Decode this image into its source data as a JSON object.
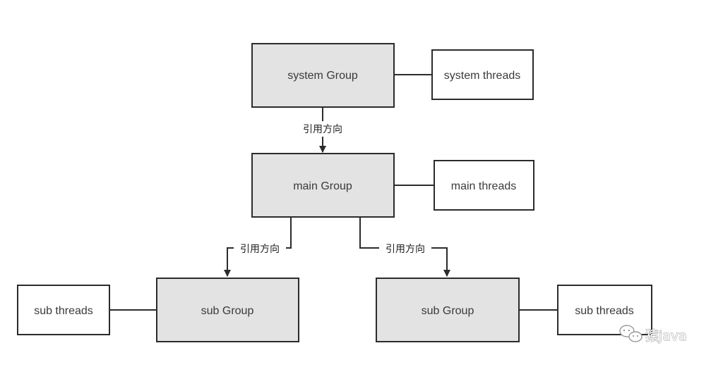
{
  "nodes": {
    "system_group": "system Group",
    "system_threads": "system threads",
    "main_group": "main Group",
    "main_threads": "main threads",
    "sub_group_left": "sub Group",
    "sub_threads_left": "sub threads",
    "sub_group_right": "sub Group",
    "sub_threads_right": "sub threads"
  },
  "edges": {
    "system_to_main": "引用方向",
    "main_to_sub_left": "引用方向",
    "main_to_sub_right": "引用方向"
  },
  "watermark": {
    "text": "猿java",
    "icon": "wechat-icon"
  },
  "colors": {
    "group_fill": "#e3e3e3",
    "thread_fill": "#ffffff",
    "stroke": "#2b2b2b"
  }
}
